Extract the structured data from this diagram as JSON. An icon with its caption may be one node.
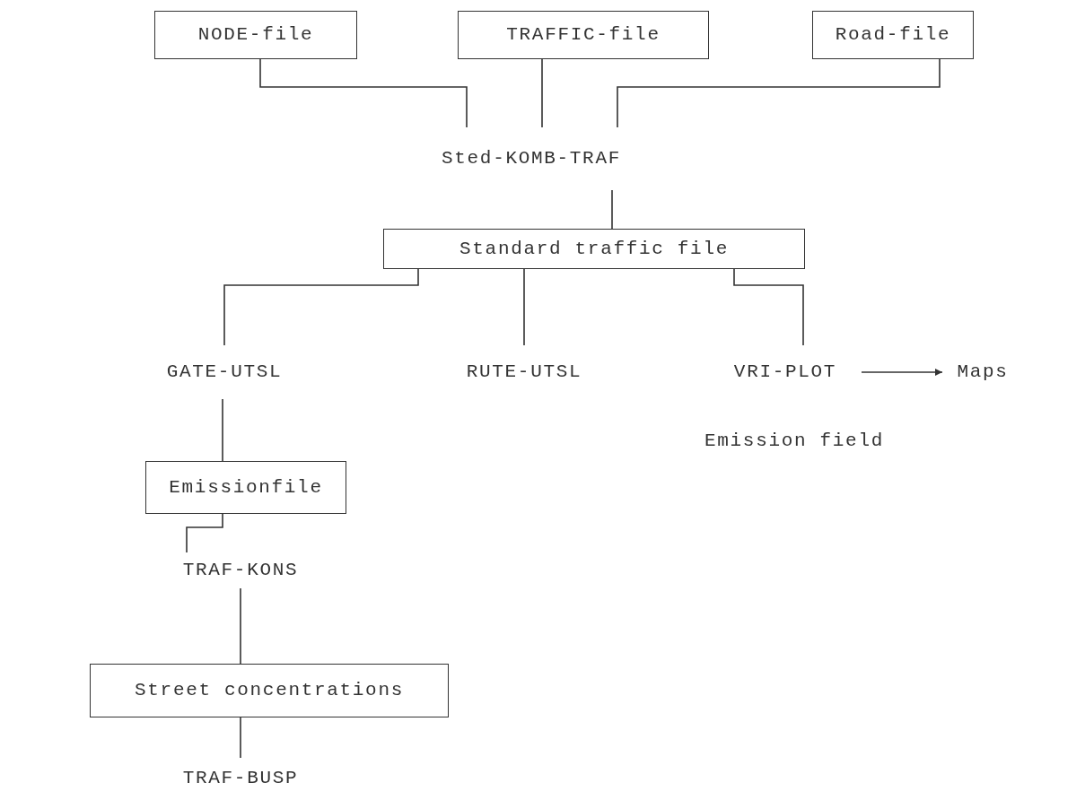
{
  "diagram": {
    "nodes": [
      {
        "text": [
          "NODE-file"
        ]
      },
      {
        "text": [
          "TRAFFIC-file"
        ]
      },
      {
        "text": [
          "Road-file"
        ]
      },
      {
        "text": [
          "Sted-KOMB-TRAF"
        ]
      },
      {
        "text": [
          "Standard traffic file"
        ]
      },
      {
        "text": [
          "GATE-UTSL"
        ]
      },
      {
        "text": [
          "RUTE-UTSL"
        ]
      },
      {
        "text": [
          "VRI-PLOT"
        ]
      },
      {
        "text": [
          "Maps"
        ]
      },
      {
        "text": [
          "Emissionfile"
        ]
      },
      {
        "text": [
          "TRAF-KONS"
        ]
      },
      {
        "text": [
          "Street concentrations"
        ]
      },
      {
        "text": [
          "TRAF-BUSP"
        ]
      }
    ],
    "edges": [
      {
        "from": 0,
        "to": 3,
        "arrow": "none"
      },
      {
        "from": 1,
        "to": 3,
        "arrow": "none"
      },
      {
        "from": 2,
        "to": 3,
        "arrow": "none"
      },
      {
        "from": 3,
        "to": 4,
        "arrow": "none"
      },
      {
        "from": 4,
        "to": 5,
        "arrow": "none"
      },
      {
        "from": 4,
        "to": 6,
        "arrow": "none"
      },
      {
        "from": 4,
        "to": 7,
        "arrow": "none"
      },
      {
        "from": 7,
        "to": 8,
        "arrow": "to"
      },
      {
        "from": 5,
        "to": 9,
        "arrow": "none"
      },
      {
        "from": 9,
        "to": 10,
        "arrow": "none"
      },
      {
        "from": 10,
        "to": 11,
        "arrow": "none"
      },
      {
        "from": 11,
        "to": 12,
        "arrow": "none"
      }
    ],
    "labels": [
      "Emission field"
    ]
  }
}
